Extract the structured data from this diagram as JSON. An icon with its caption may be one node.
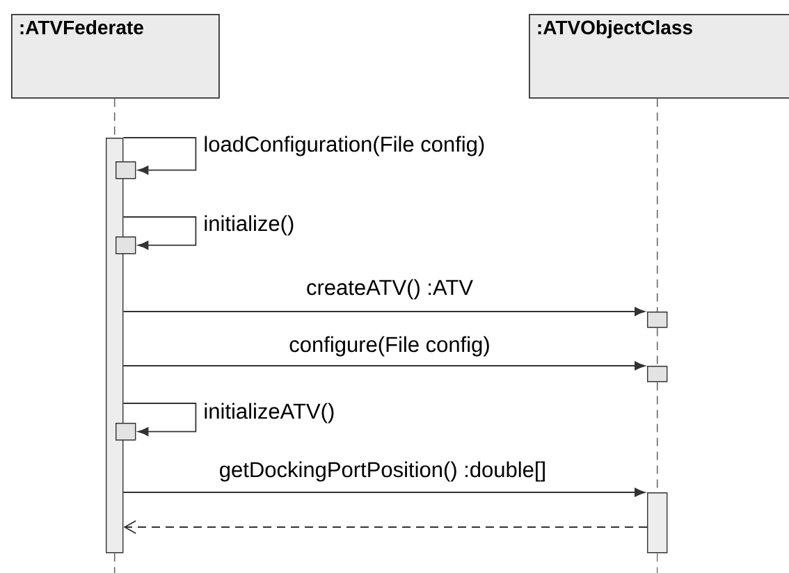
{
  "diagram": {
    "nodes": [
      {
        "text": [
          ":ATVFederate"
        ]
      },
      {
        "text": [
          ":ATVObjectClass"
        ]
      },
      {
        "text": [],
        "shape": "bar"
      },
      {
        "text": [],
        "shape": "box"
      },
      {
        "text": [],
        "shape": "box"
      },
      {
        "text": [],
        "shape": "box"
      },
      {
        "text": [],
        "shape": "box"
      },
      {
        "text": [],
        "shape": "box"
      },
      {
        "text": [],
        "shape": "bar"
      }
    ],
    "edges": [
      {
        "from": 2,
        "to": 3,
        "arrow": "to",
        "label": "loadConfiguration(File config)"
      },
      {
        "from": 2,
        "to": 4,
        "arrow": "to",
        "label": "initialize()"
      },
      {
        "from": 2,
        "to": 5,
        "arrow": "to",
        "label": "createATV() :ATV"
      },
      {
        "from": 2,
        "to": 6,
        "arrow": "to",
        "label": "configure(File config)"
      },
      {
        "from": 2,
        "to": 7,
        "arrow": "to",
        "label": "initializeATV()"
      },
      {
        "from": 2,
        "to": 8,
        "arrow": "to",
        "label": "getDockingPortPosition() :double[]"
      },
      {
        "from": 8,
        "to": 2,
        "arrow": "to",
        "style": "dashed"
      },
      {
        "from": 0,
        "to": 2,
        "arrow": "none",
        "style": "dashed",
        "color": "#666666"
      },
      {
        "from": 2,
        "to": null,
        "arrow": "none",
        "style": "dashed",
        "color": "#666666"
      },
      {
        "from": 1,
        "to": 5,
        "arrow": "none",
        "style": "dashed",
        "color": "#666666"
      },
      {
        "from": 5,
        "to": 6,
        "arrow": "none",
        "style": "dashed",
        "color": "#666666"
      },
      {
        "from": 6,
        "to": 8,
        "arrow": "none",
        "style": "dashed",
        "color": "#666666"
      },
      {
        "from": 8,
        "to": null,
        "arrow": "none",
        "style": "dashed",
        "color": "#666666"
      }
    ]
  }
}
